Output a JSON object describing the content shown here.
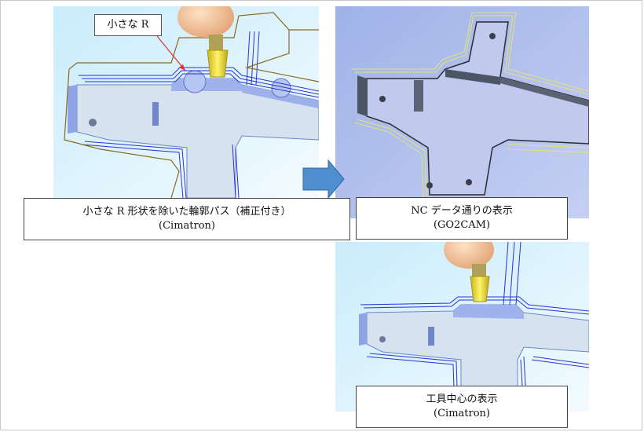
{
  "callout": {
    "label": "小さな R"
  },
  "captions": {
    "left": {
      "line1": "小さな R 形状を除いた輪郭パス（補正付き）",
      "line2": "(Cimatron)"
    },
    "right_top": {
      "line1": "NC データ通りの表示",
      "line2": "(GO2CAM)"
    },
    "right_bottom": {
      "line1": "工具中心の表示",
      "line2": "(Cimatron)"
    }
  },
  "colors": {
    "panel_bg_light": "#dff1fb",
    "panel_bg_blue": "#aebbe8",
    "part_top": "#d6e3ee",
    "pocket_wall": "#8fa4e6",
    "toolpath_blue": "#2a33d6",
    "toolpath_brown": "#8a6a20",
    "toolpath_yellow": "#e6e27a",
    "tool_yellow": "#f2e74a",
    "arrow_blue": "#4f8fd0",
    "callout_arrow": "#e03030"
  },
  "icons": {
    "transition": "right-arrow-icon",
    "tool": "end-mill-tool-icon"
  }
}
